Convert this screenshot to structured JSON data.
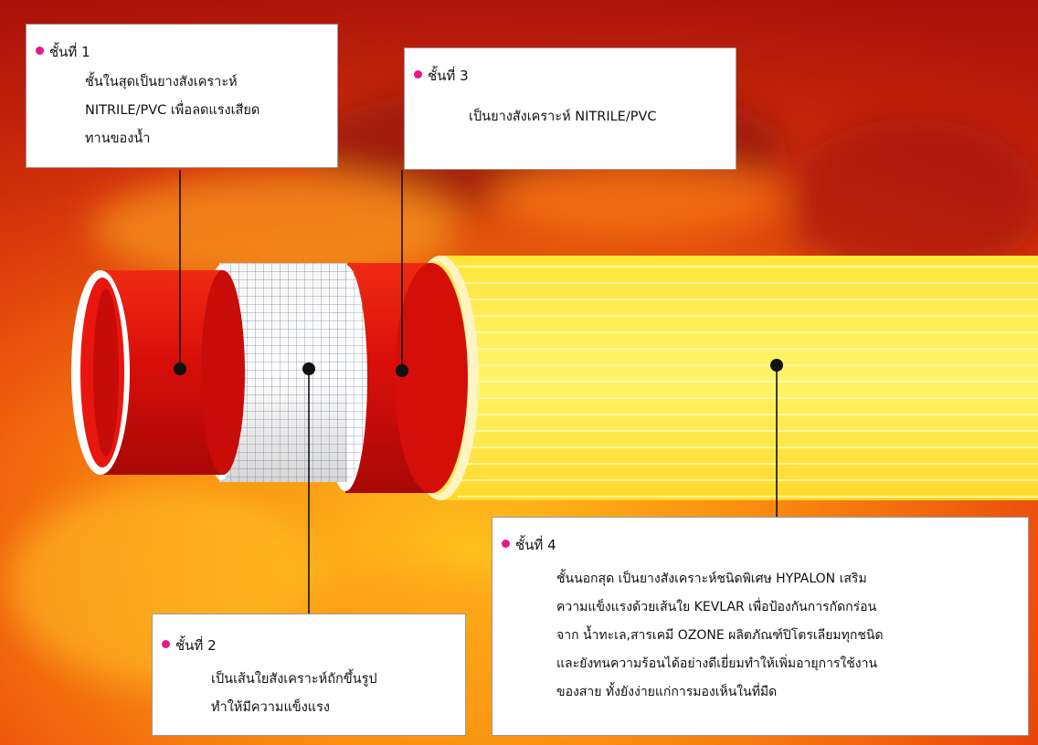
{
  "colors": {
    "bullet": "#e8168c",
    "fire_dark": "#c81f0c",
    "fire_orange": "#f47a10",
    "fire_yellow": "#ffb21c",
    "pipe_red": "#d9120c",
    "sheath_yellow": "#ffe633"
  },
  "layers": [
    {
      "title": "ชั้นที่ 1",
      "lines": [
        "ชั้นในสุดเป็นยางสังเคราะห์",
        "NITRILE/PVC เพื่อลดแรงเสียด",
        "ทานของน้ำ"
      ]
    },
    {
      "title": "ชั้นที่ 2",
      "lines": [
        "เป็นเส้นใยสังเคราะห์ถักขึ้นรูป",
        "ทำให้มีความแข็งแรง"
      ]
    },
    {
      "title": "ชั้นที่ 3",
      "lines": [
        "เป็นยางสังเคราะห์ NITRILE/PVC"
      ]
    },
    {
      "title": "ชั้นที่ 4",
      "lines": [
        "ชั้นนอกสุด เป็นยางสังเคราะห์ชนิดพิเศษ HYPALON เสริม",
        "ความแข็งแรงด้วยเส้นใย KEVLAR  เพื่อป้องกันการกัดกร่อน",
        "จาก น้ำทะเล,สารเคมี OZONE ผลิตภัณฑ์ปิโตรเลียมทุกชนิด",
        "และยังทนความร้อนได้อย่างดีเยี่ยมทำให้เพิ่มอายุการใช้งาน",
        "ของสาย ทั้งยังง่ายแก่การมองเห็นในที่มืด"
      ]
    }
  ]
}
